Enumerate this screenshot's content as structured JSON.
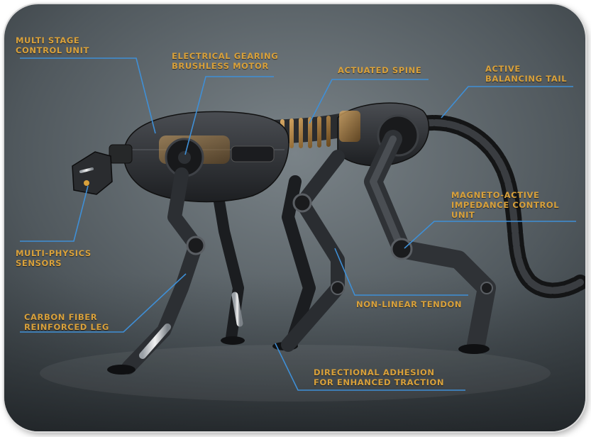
{
  "colors": {
    "label_text": "#d9a13b",
    "leader_line": "#3f8fd6",
    "background_top": "#6f787e",
    "background_bottom": "#2e3438",
    "robot_body": "#2b2d30",
    "frame_border": "#dcdcdc"
  },
  "labels": {
    "control_unit": [
      "Multi stage",
      "control unit"
    ],
    "motor": [
      "Electrical gearing",
      "brushless motor"
    ],
    "spine": [
      "Actuated spine"
    ],
    "tail": [
      "Active",
      "balancing tail"
    ],
    "impedance": [
      "Magneto-active",
      "impedance control",
      "unit"
    ],
    "sensors": [
      "Multi-physics",
      "sensors"
    ],
    "leg": [
      "Carbon fiber",
      "reinforced leg"
    ],
    "tendon": [
      "Non-linear tendon"
    ],
    "adhesion": [
      "Directional adhesion",
      "for enhanced traction"
    ]
  }
}
